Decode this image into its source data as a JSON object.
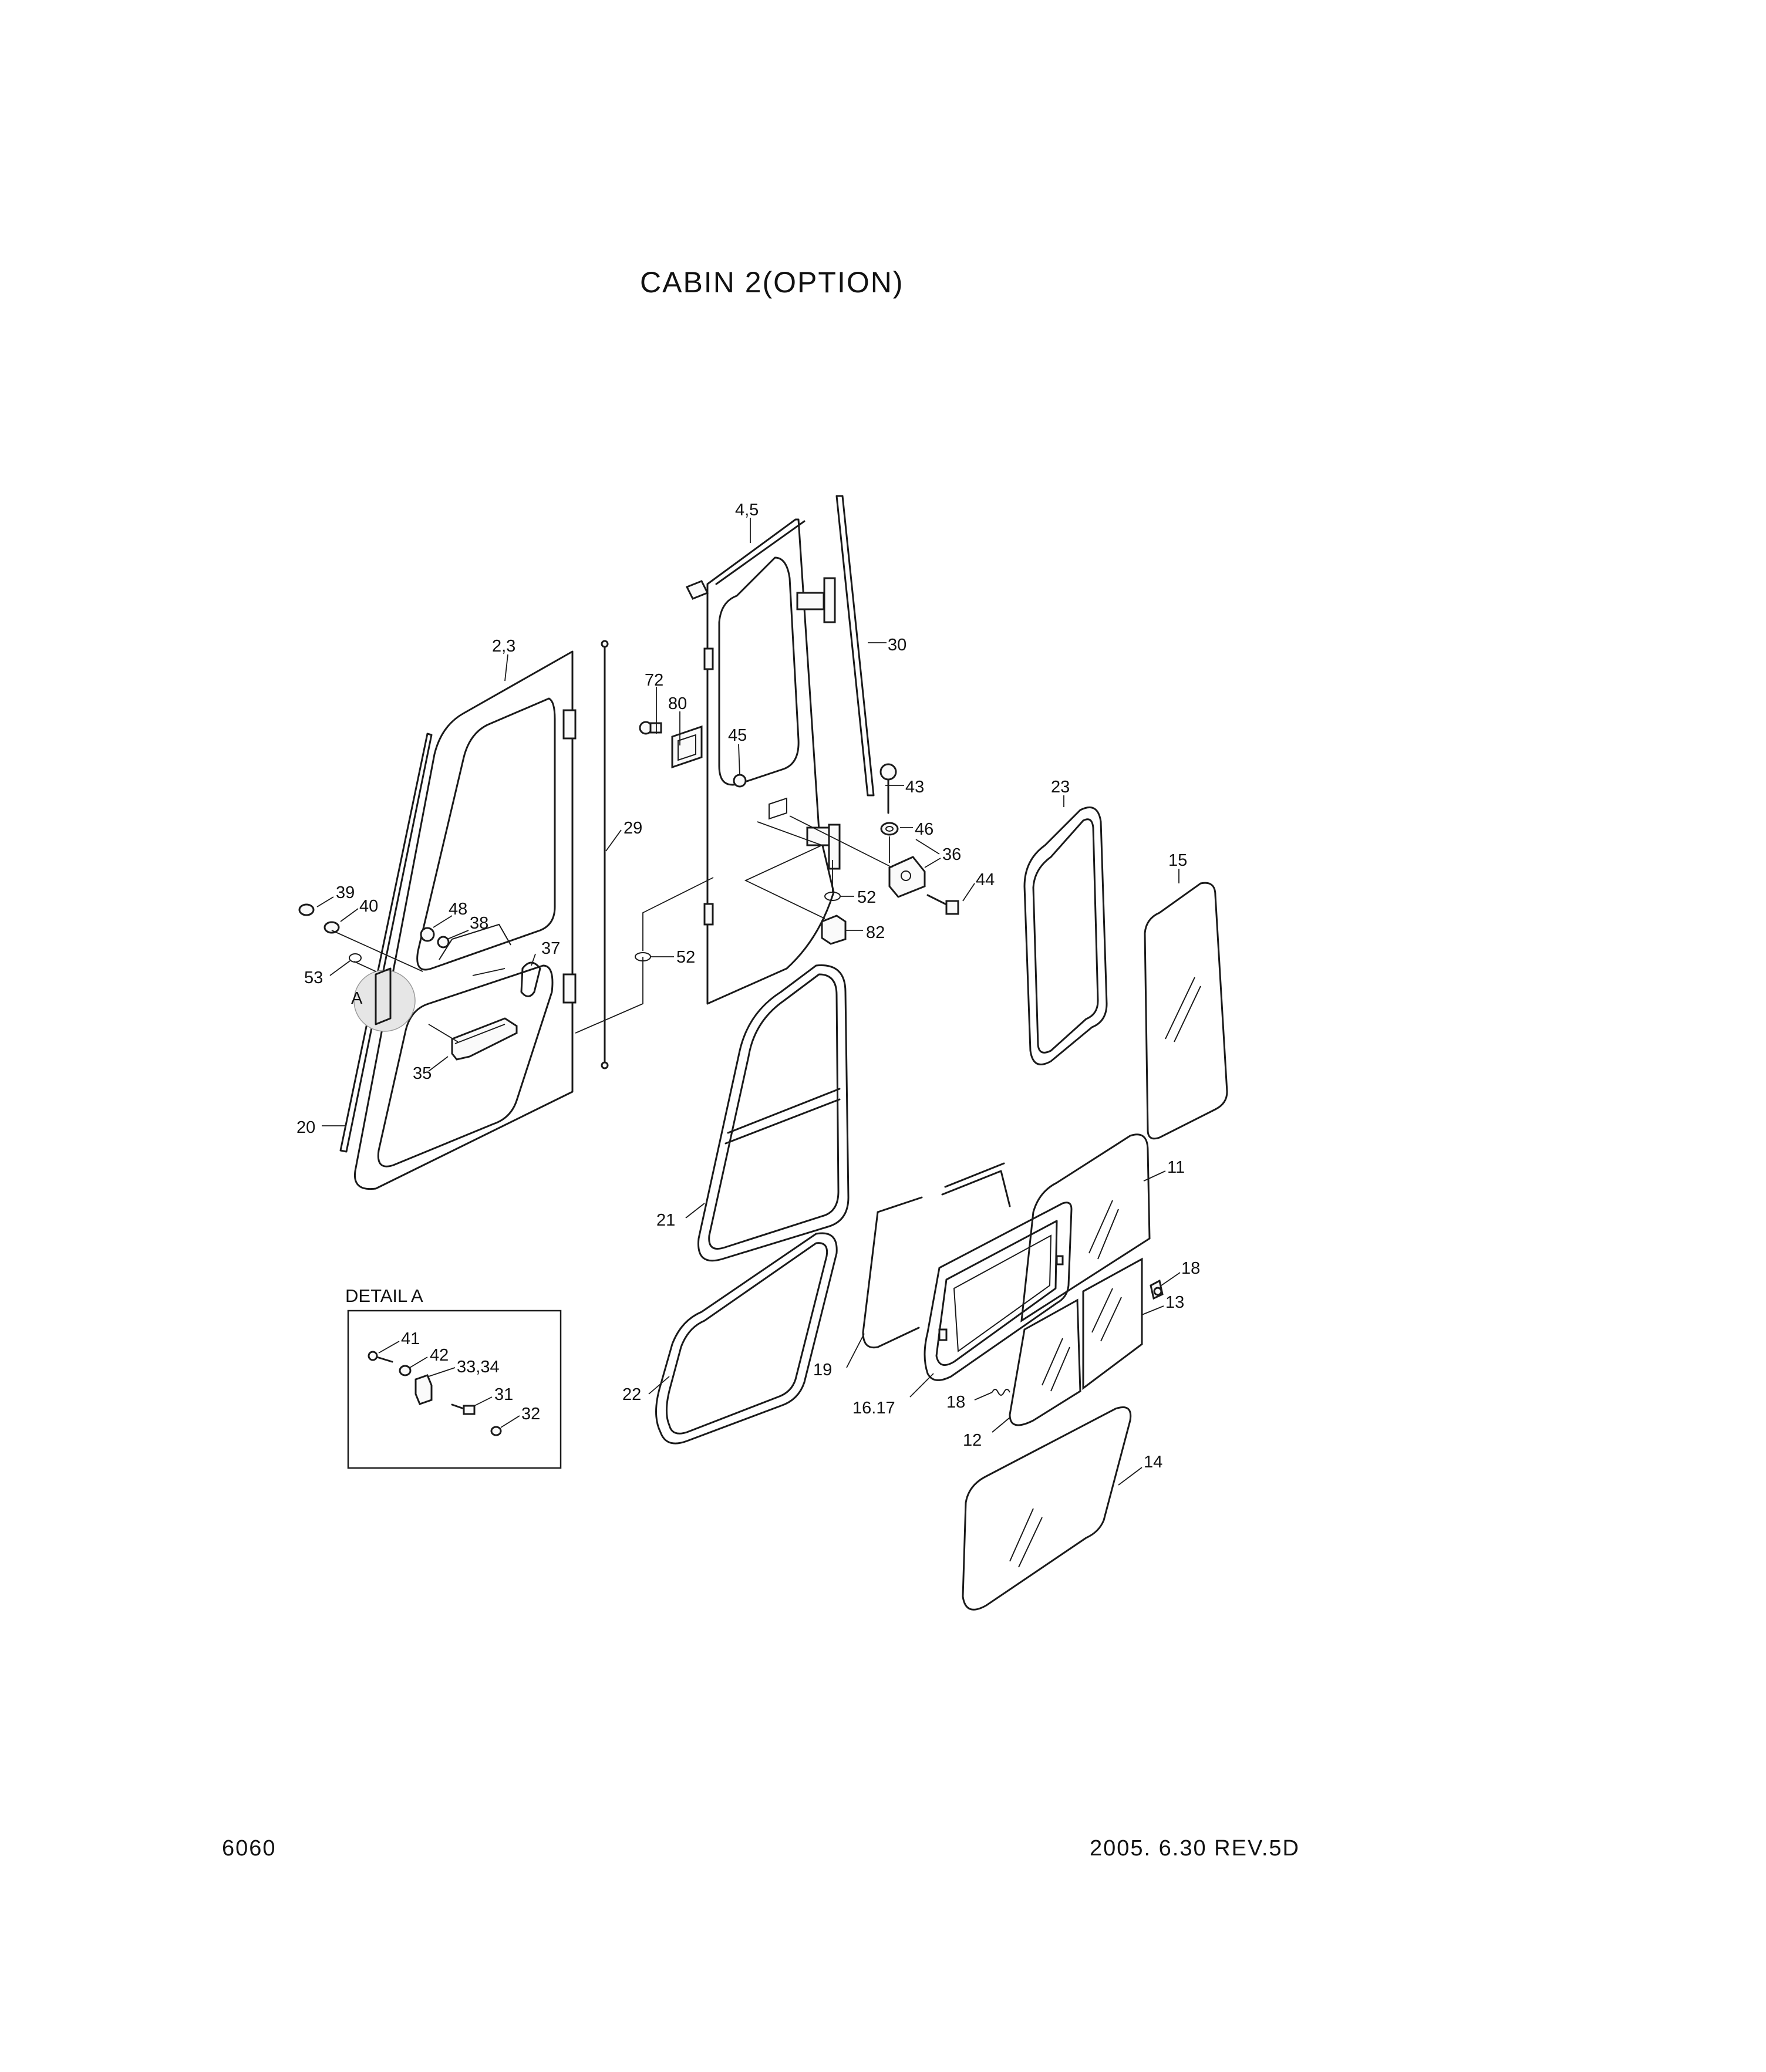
{
  "title": "CABIN 2(OPTION)",
  "footer": {
    "page_number": "6060",
    "revision": "2005. 6.30 REV.5D"
  },
  "detail": {
    "title": "DETAIL A",
    "marker": "A",
    "labels": [
      "41",
      "42",
      "33,34",
      "31",
      "32"
    ]
  },
  "part_labels": [
    "4,5",
    "30",
    "2,3",
    "72",
    "80",
    "45",
    "43",
    "46",
    "29",
    "36",
    "44",
    "23",
    "15",
    "39",
    "40",
    "48",
    "38",
    "37",
    "52",
    "52",
    "82",
    "53",
    "35",
    "20",
    "21",
    "11",
    "18",
    "13",
    "19",
    "22",
    "16.17",
    "18",
    "12",
    "14"
  ]
}
